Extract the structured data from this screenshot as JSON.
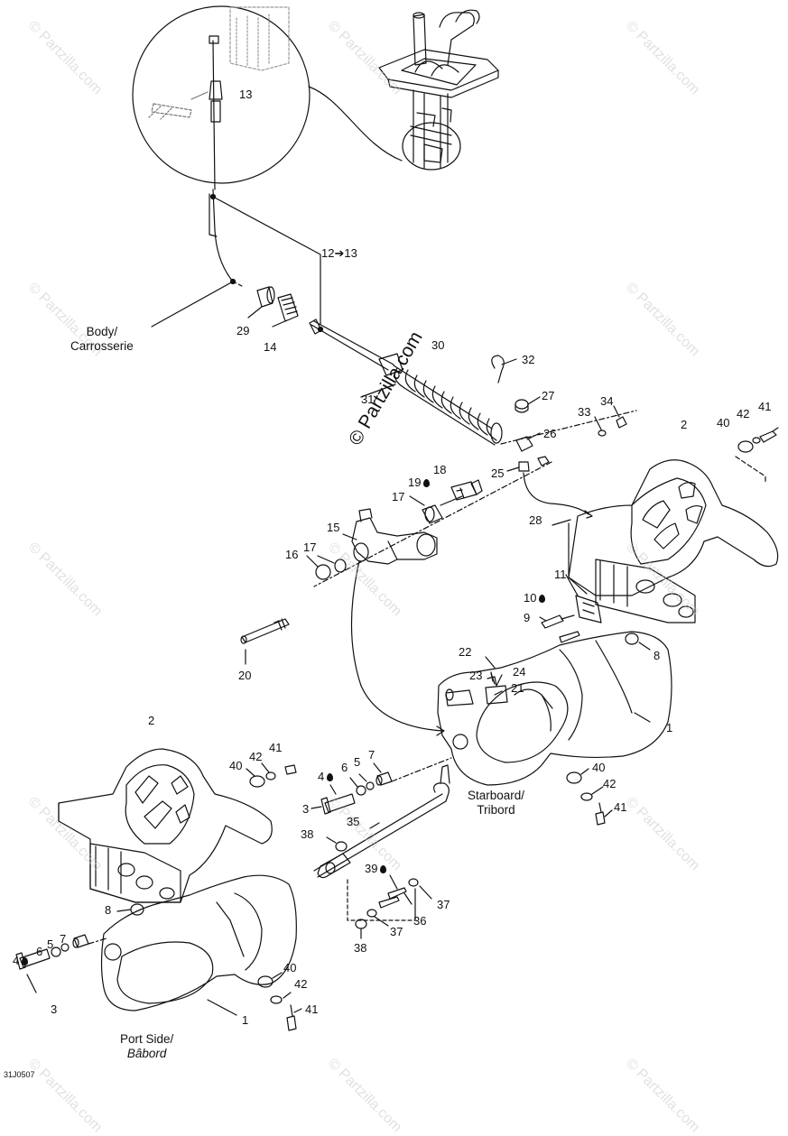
{
  "figure_code": "31J0507",
  "watermark_text": "© Partzilla.com",
  "captions": {
    "body": [
      "Body/",
      "Carrosserie"
    ],
    "starboard": [
      "Starboard/",
      "Tribord"
    ],
    "port": [
      "Port Side/",
      "Bâbord"
    ]
  },
  "callouts": {
    "c13": "13",
    "c12to13": "12➔13",
    "c29": "29",
    "c14": "14",
    "c30": "30",
    "c31": "31",
    "c32": "32",
    "c27": "27",
    "c33": "33",
    "c34": "34",
    "c26": "26",
    "c25": "25",
    "c2a": "2",
    "c40a": "40",
    "c42a": "42",
    "c41a": "41",
    "c18": "18",
    "c19": "19",
    "c17a": "17",
    "c15": "15",
    "c17b": "17",
    "c16": "16",
    "c28": "28",
    "c11": "11",
    "c10": "10",
    "c9": "9",
    "c8a": "8",
    "c20": "20",
    "c22": "22",
    "c23": "23",
    "c24": "24",
    "c21": "21",
    "c1a": "1",
    "c2b": "2",
    "c40b": "40",
    "c42b": "42",
    "c41b": "41",
    "c4a": "4",
    "c6a": "6",
    "c5a": "5",
    "c7a": "7",
    "c3a": "3",
    "c40c": "40",
    "c42c": "42",
    "c41c": "41",
    "c35": "35",
    "c38a": "38",
    "c39": "39",
    "c37a": "37",
    "c36": "36",
    "c37b": "37",
    "c38b": "38",
    "c8b": "8",
    "c4b": "4",
    "c6b": "6",
    "c5b": "5",
    "c7b": "7",
    "c3b": "3",
    "c40d": "40",
    "c42d": "42",
    "c41d": "41",
    "c1b": "1"
  }
}
